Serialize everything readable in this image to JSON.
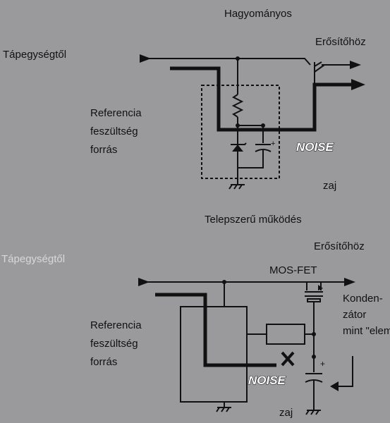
{
  "top": {
    "title": "Hagyományos",
    "input_label": "Tápegységtől",
    "output_label": "Erősítőhöz",
    "reference_lines": [
      "Referencia",
      "feszültség",
      "forrás"
    ],
    "noise_label": "NOISE",
    "noise_caption": "zaj"
  },
  "bottom": {
    "title": "Telepszerű működés",
    "input_label": "Tápegységtől",
    "output_label": "Erősítőhöz",
    "mosfet_label": "MOS-FET",
    "capacitor_lines": [
      "Konden-",
      "zátor",
      "mint \"elem"
    ],
    "reference_lines": [
      "Referencia",
      "feszültség",
      "forrás"
    ],
    "noise_label": "NOISE",
    "noise_caption": "zaj"
  }
}
